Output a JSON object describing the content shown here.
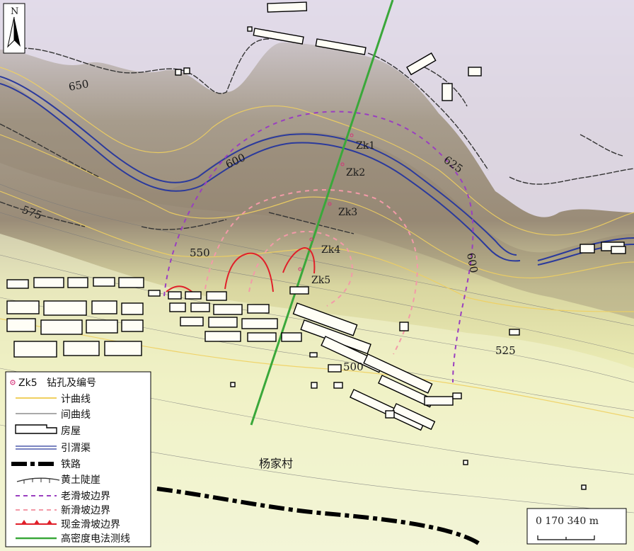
{
  "north": "N",
  "contours": [
    "650",
    "625",
    "600",
    "575",
    "550",
    "600",
    "525",
    "500"
  ],
  "boreholes": [
    "Zk1",
    "Zk2",
    "Zk3",
    "Zk4",
    "Zk5"
  ],
  "village": "杨家村",
  "scale": "0  170 340 m",
  "legend": [
    {
      "key": "borehole",
      "code": "Zk5",
      "label": "钻孔及编号"
    },
    {
      "key": "index_contour",
      "label": "计曲线"
    },
    {
      "key": "inter_contour",
      "label": "间曲线"
    },
    {
      "key": "house",
      "label": "房屋"
    },
    {
      "key": "canal",
      "label": "引渭渠"
    },
    {
      "key": "railway",
      "label": "铁路"
    },
    {
      "key": "scarp",
      "label": "黄土陡崖"
    },
    {
      "key": "old_landslide",
      "label": "老滑坡边界"
    },
    {
      "key": "new_landslide",
      "label": "新滑坡边界"
    },
    {
      "key": "current_landslide",
      "label": "现金滑坡边界"
    },
    {
      "key": "ert_line",
      "label": "高密度电法测线"
    }
  ],
  "colors": {
    "canal": "#2b3a9c",
    "old_landslide": "#9a3fc0",
    "new_landslide": "#f39aa8",
    "current_landslide": "#e0202a",
    "ert_line": "#3aa83a",
    "index_contour": "#f0d060",
    "scarp": "#333333"
  }
}
